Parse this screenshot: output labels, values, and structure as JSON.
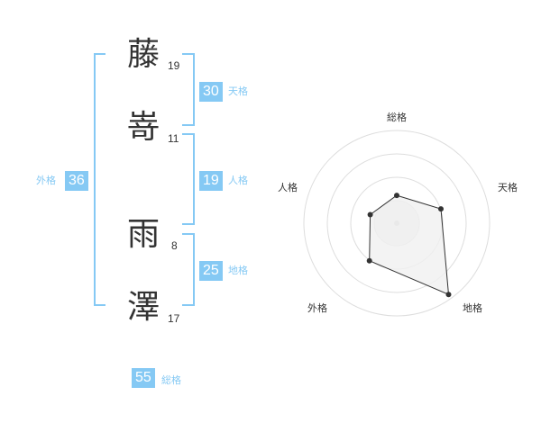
{
  "name_chars": [
    {
      "char": "藤",
      "strokes": "19"
    },
    {
      "char": "嵜",
      "strokes": "11"
    },
    {
      "char": "雨",
      "strokes": "8"
    },
    {
      "char": "澤",
      "strokes": "17"
    }
  ],
  "fortunes": {
    "tenkaku": {
      "value": "30",
      "label": "天格"
    },
    "jinkaku": {
      "value": "19",
      "label": "人格"
    },
    "chikaku": {
      "value": "25",
      "label": "地格"
    },
    "gaikaku": {
      "value": "36",
      "label": "外格"
    },
    "soukaku": {
      "value": "55",
      "label": "総格"
    }
  },
  "radar": {
    "axes": [
      "総格",
      "天格",
      "地格",
      "外格",
      "人格"
    ],
    "values": [
      0.3,
      0.5,
      0.95,
      0.5,
      0.3
    ],
    "fill_color": "#f0f0f0",
    "line_color": "#333333",
    "ring_color": "#dddddd"
  }
}
